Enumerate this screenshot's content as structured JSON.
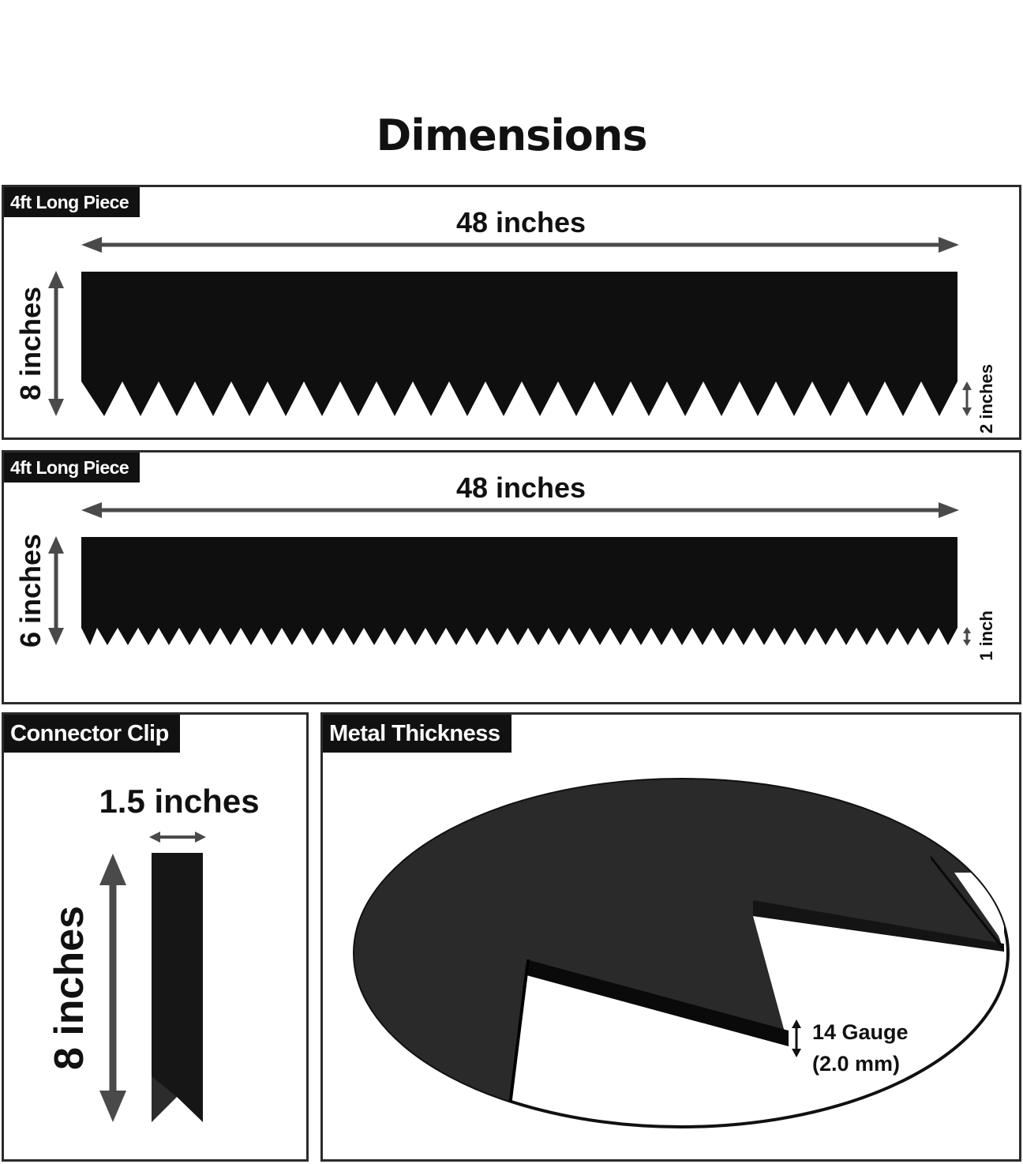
{
  "title": "Dimensions",
  "panels": [
    {
      "tag": "4ft Long Piece",
      "width_label": "48 inches",
      "height_label": "8 inches",
      "spike_label": "2 inches"
    },
    {
      "tag": "4ft Long Piece",
      "width_label": "48 inches",
      "height_label": "6 inches",
      "spike_label": "1 inch"
    }
  ],
  "connector": {
    "tag": "Connector Clip",
    "width_label": "1.5 inches",
    "height_label": "8 inches"
  },
  "thickness": {
    "tag": "Metal Thickness",
    "gauge_label": "14 Gauge",
    "mm_label": "(2.0 mm)"
  },
  "colors": {
    "metal": "#0f0f0f",
    "arrow": "#4a4a4a",
    "border": "#2b2b2b"
  }
}
